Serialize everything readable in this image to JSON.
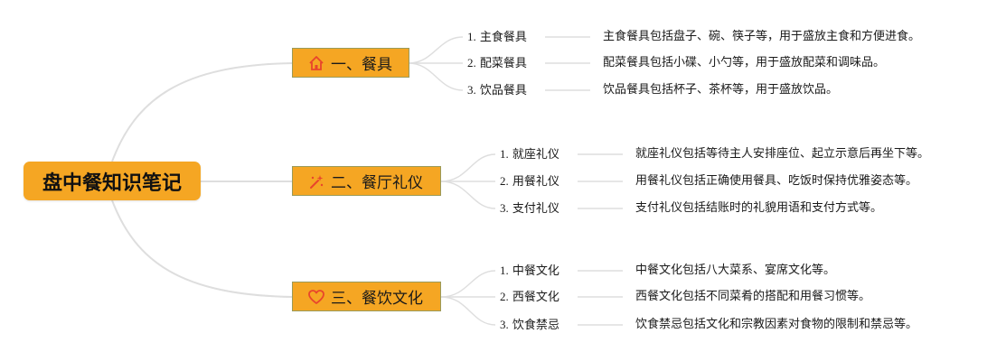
{
  "root": {
    "title": "盘中餐知识笔记"
  },
  "branches": [
    {
      "label": "一、餐具",
      "icon": "home-icon",
      "children": [
        {
          "num": "1.",
          "label": "主食餐具",
          "desc": "主食餐具包括盘子、碗、筷子等，用于盛放主食和方便进食。"
        },
        {
          "num": "2.",
          "label": "配菜餐具",
          "desc": "配菜餐具包括小碟、小勺等，用于盛放配菜和调味品。"
        },
        {
          "num": "3.",
          "label": "饮品餐具",
          "desc": "饮品餐具包括杯子、茶杯等，用于盛放饮品。"
        }
      ]
    },
    {
      "label": "二、餐厅礼仪",
      "icon": "magic-wand-icon",
      "children": [
        {
          "num": "1.",
          "label": "就座礼仪",
          "desc": "就座礼仪包括等待主人安排座位、起立示意后再坐下等。"
        },
        {
          "num": "2.",
          "label": "用餐礼仪",
          "desc": "用餐礼仪包括正确使用餐具、吃饭时保持优雅姿态等。"
        },
        {
          "num": "3.",
          "label": "支付礼仪",
          "desc": "支付礼仪包括结账时的礼貌用语和支付方式等。"
        }
      ]
    },
    {
      "label": "三、餐饮文化",
      "icon": "heart-icon",
      "children": [
        {
          "num": "1.",
          "label": "中餐文化",
          "desc": "中餐文化包括八大菜系、宴席文化等。"
        },
        {
          "num": "2.",
          "label": "西餐文化",
          "desc": "西餐文化包括不同菜肴的搭配和用餐习惯等。"
        },
        {
          "num": "3.",
          "label": "饮食禁忌",
          "desc": "饮食禁忌包括文化和宗教因素对食物的限制和禁忌等。"
        }
      ]
    }
  ],
  "colors": {
    "node_fill": "#f5a623",
    "icon_red": "#e8452c",
    "connector": "#dddddd"
  }
}
